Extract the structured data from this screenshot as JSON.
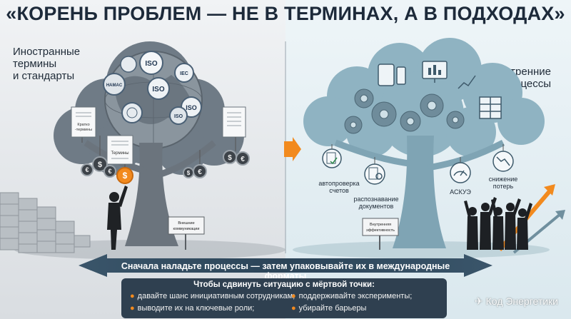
{
  "title": "«КОРЕНЬ ПРОБЛЕМ — НЕ В ТЕРМИНАХ, А В ПОДХОДАХ»",
  "left_label": [
    "Иностранные",
    "термины",
    "и стандарты"
  ],
  "right_label": [
    "Внутренние",
    "процессы"
  ],
  "left_tree": {
    "globe_badges": [
      "ISO",
      "HAMAC",
      "ISO",
      "ISO",
      "IEC",
      "ISO"
    ],
    "documents": [
      {
        "lines": [
          "Кратко",
          "-термины"
        ]
      },
      {
        "lines": [
          "Термины"
        ]
      },
      {
        "lines": []
      }
    ],
    "sign": [
      "Внешние",
      "коммуникации"
    ]
  },
  "right_tree": {
    "leaves": [
      {
        "icon": "document-check-icon",
        "label": [
          "автопроверка",
          "счетов"
        ]
      },
      {
        "icon": "document-search-icon",
        "label": [
          "распознавание",
          "документов"
        ]
      },
      {
        "icon": "gauge-icon",
        "label": [
          "АСКУЭ"
        ]
      },
      {
        "icon": "downtrend-icon",
        "label": [
          "снижение",
          "потерь"
        ]
      }
    ],
    "sign": [
      "Внутренняя",
      "эффективность"
    ]
  },
  "arrow_text": "Сначала наладьте процессы — затем упаковывайте их в международные форматы",
  "bottom_box": {
    "heading": "Чтобы сдвинуть ситуацию с мёртвой точки:",
    "bullets": [
      "давайте шанс инициативным сотрудникам;",
      "поддерживайте эксперименты;",
      "выводите их на ключевые роли;",
      "убирайте барьеры"
    ]
  },
  "watermark": "Код Энергетики",
  "colors": {
    "accent_orange": "#f28a1e",
    "title": "#1d2a3a",
    "left_tree": "#6f7b86",
    "right_tree": "#8fb3c2",
    "arrow": "#2f4a5e"
  }
}
